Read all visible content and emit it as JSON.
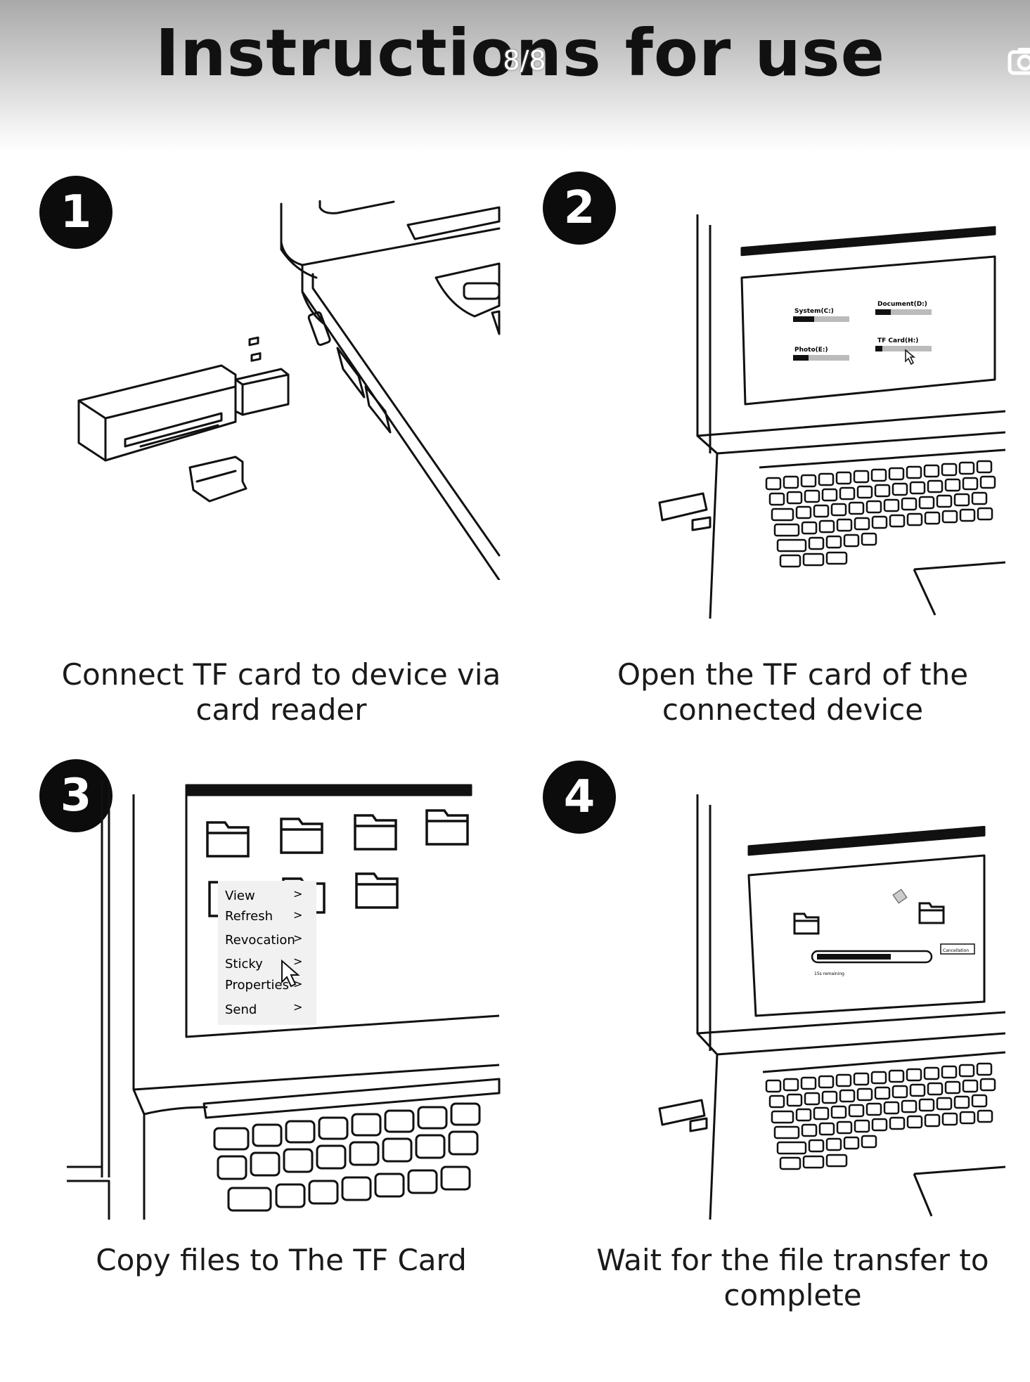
{
  "header": {
    "title": "Instructions for use",
    "counter": "8/8"
  },
  "steps": [
    {
      "number": "1",
      "caption": "Connect TF card to device via card reader"
    },
    {
      "number": "2",
      "caption": "Open the TF card of the connected device"
    },
    {
      "number": "3",
      "caption": "Copy files to The TF Card"
    },
    {
      "number": "4",
      "caption": "Wait for the file transfer to complete"
    }
  ],
  "screen2": {
    "drives": [
      "System(C:)",
      "Document(D:)",
      "Photo(E:)",
      "TF Card(H:)"
    ]
  },
  "screen3": {
    "menu": [
      "View",
      "Refresh",
      "Revocation",
      "Sticky",
      "Properties",
      "Send"
    ]
  },
  "screen4": {
    "cancel_label": "Cancellation",
    "remaining": "15s remaining"
  },
  "icons": {
    "camera": "camera-icon",
    "cursor": "mouse-pointer-icon",
    "folder": "folder-icon"
  }
}
